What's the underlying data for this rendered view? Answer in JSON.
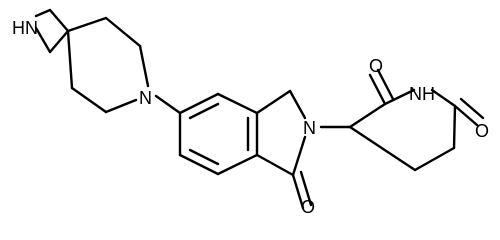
{
  "structure": {
    "atom_labels": {
      "azetidine_nh": "HN",
      "piperidine_n": "N",
      "lactam_n": "N",
      "glutarimide_nh": "NH",
      "lactam_o": "O",
      "glutarimide_o_top": "O",
      "glutarimide_o_right": "O"
    }
  }
}
